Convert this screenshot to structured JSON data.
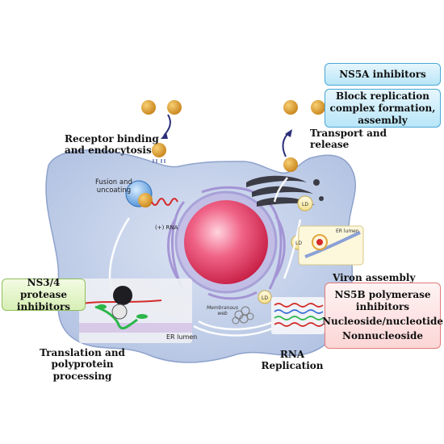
{
  "labels": {
    "receptor": [
      "Receptor binding",
      "and endocytosis"
    ],
    "transport": [
      "Transport and",
      "release"
    ],
    "fusion": [
      "Fusion and",
      "uncoating"
    ],
    "rna_plus": "(+) RNA",
    "translation": [
      "Translation and",
      "polyprotein",
      "processing"
    ],
    "er_lumen_bottom": "ER lumen",
    "membranous_web": [
      "Membranous",
      "web"
    ],
    "rna_replication": [
      "RNA",
      "Replication"
    ],
    "viron_assembly": "Viron assembly",
    "ld1": "LD",
    "ld2": "LD",
    "ld3": "LD",
    "er_lumen_inset": "ER lumen"
  },
  "boxes": {
    "ns5a_title": "NS5A inhibitors",
    "ns5a_desc": [
      "Block replication",
      "complex formation,",
      "assembly"
    ],
    "ns34": [
      "NS3/4 protease",
      "inhibitors"
    ],
    "ns5b_title": [
      "NS5B polymerase",
      "inhibitors"
    ],
    "ns5b_nuc": "Nucleoside/nucleotide",
    "ns5b_non": "Nonnucleoside"
  },
  "colors": {
    "cell_fill": "#c7d3ea",
    "virion": "#e3a53a",
    "nucleus": "#ec3f66",
    "rna": "#d42a2a",
    "box_blue": "#bfe7f8",
    "box_green": "#dcefbd",
    "box_red": "#fcd6d6"
  }
}
